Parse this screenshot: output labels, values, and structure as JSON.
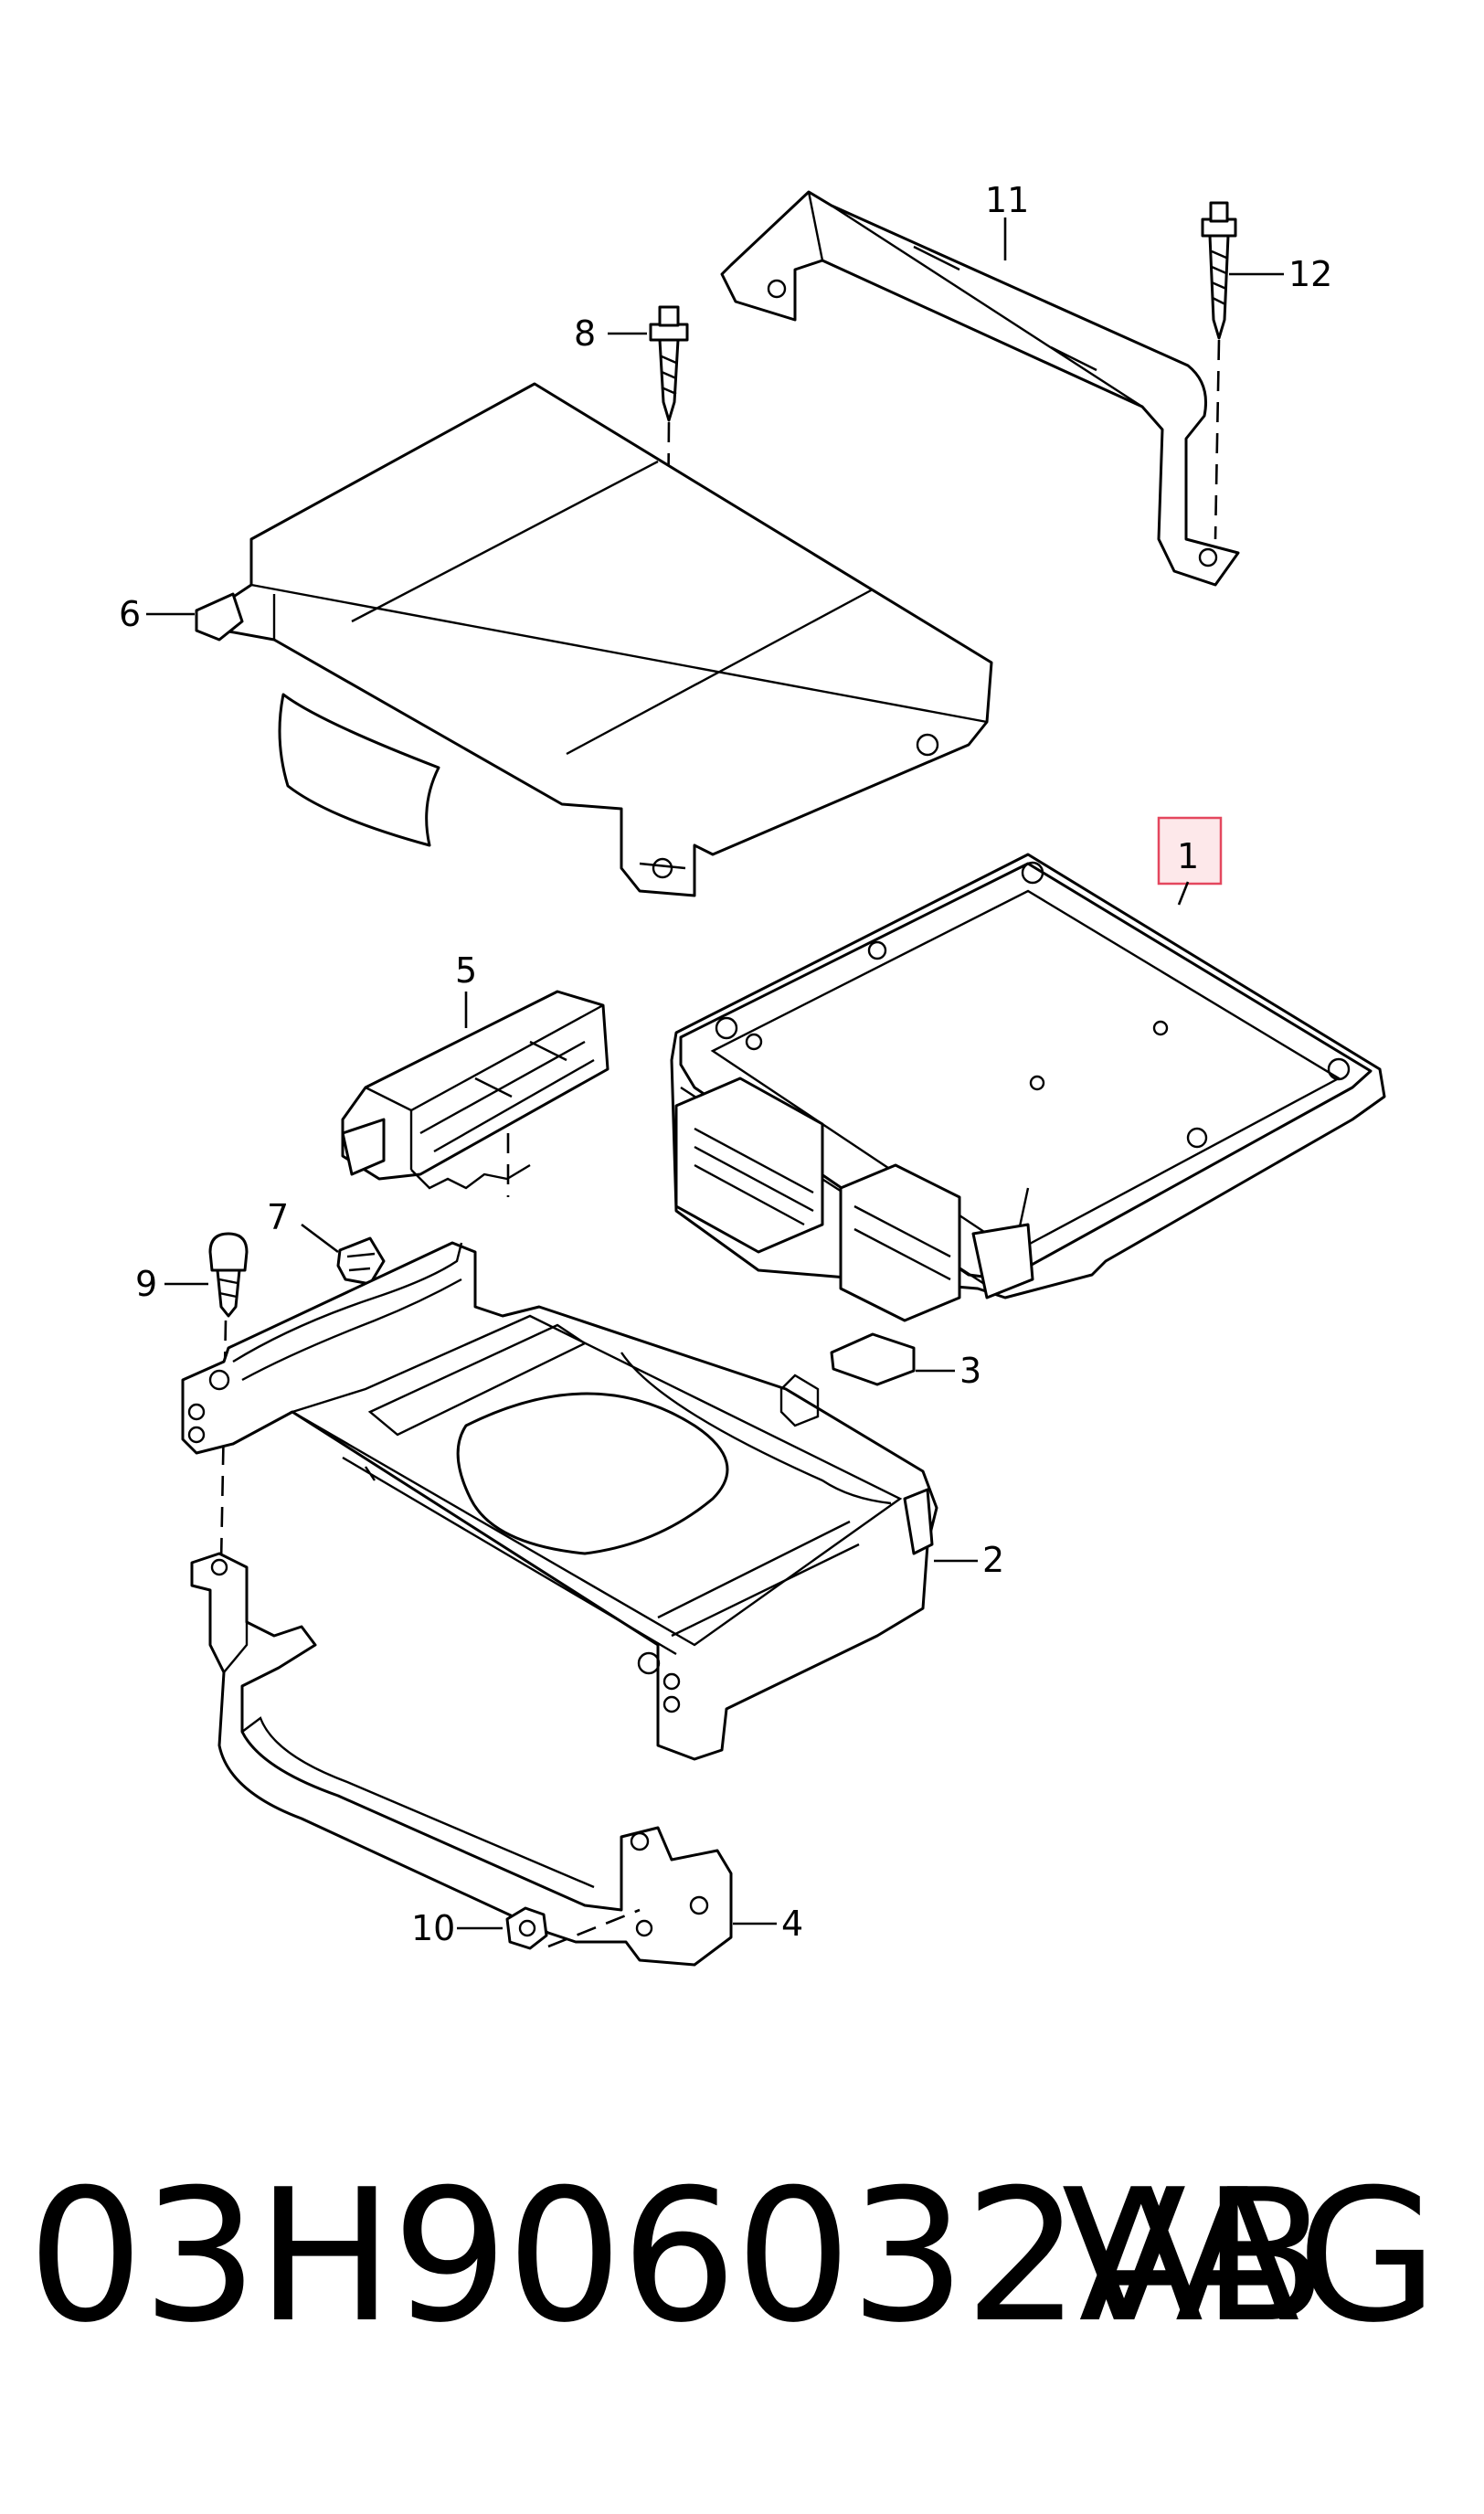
{
  "diagram": {
    "callouts": {
      "c1": "1",
      "c2": "2",
      "c3": "3",
      "c4": "4",
      "c5": "5",
      "c6": "6",
      "c7": "7",
      "c8": "8",
      "c9": "9",
      "c10": "10",
      "c11": "11",
      "c12": "12"
    },
    "highlighted_callout": "1",
    "highlight_color": "#e4475e"
  },
  "caption": {
    "part_number": "03H906032AB",
    "brand": "VAG"
  }
}
